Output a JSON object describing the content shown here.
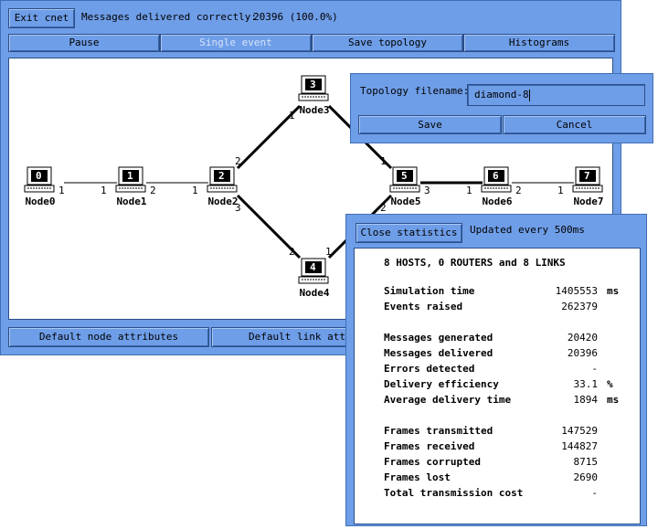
{
  "main": {
    "exit_label": "Exit cnet",
    "status_prefix": "Messages delivered correctly:",
    "status_value": "20396 (100.0%)",
    "toolbar": [
      {
        "label": "Pause",
        "disabled": false
      },
      {
        "label": "Single event",
        "disabled": true
      },
      {
        "label": "Save topology",
        "disabled": false
      },
      {
        "label": "Histograms",
        "disabled": false
      }
    ],
    "bottom_buttons": [
      "Default node attributes",
      "Default link attri"
    ]
  },
  "topology": {
    "nodes": [
      {
        "name": "Node0",
        "number": "0"
      },
      {
        "name": "Node1",
        "number": "1"
      },
      {
        "name": "Node2",
        "number": "2"
      },
      {
        "name": "Node3",
        "number": "3"
      },
      {
        "name": "Node4",
        "number": "4"
      },
      {
        "name": "Node5",
        "number": "5"
      },
      {
        "name": "Node6",
        "number": "6"
      },
      {
        "name": "Node7",
        "number": "7"
      }
    ],
    "port_labels": [
      "1",
      "1",
      "2",
      "1",
      "2",
      "3",
      "1",
      "2",
      "1",
      "2",
      "1",
      "3",
      "1",
      "2",
      "1"
    ]
  },
  "save_dialog": {
    "label": "Topology filename:",
    "value": "diamond-8",
    "save_label": "Save",
    "cancel_label": "Cancel"
  },
  "stats": {
    "close_label": "Close statistics",
    "updated": "Updated every 500ms",
    "summary": "8 HOSTS, 0 ROUTERS and 8 LINKS",
    "rows": [
      {
        "key": "Simulation time",
        "value": "1405553",
        "unit": "ms"
      },
      {
        "key": "Events raised",
        "value": "262379",
        "unit": ""
      },
      {
        "key": "Messages generated",
        "value": "20420",
        "unit": ""
      },
      {
        "key": "Messages delivered",
        "value": "20396",
        "unit": ""
      },
      {
        "key": "Errors detected",
        "value": "-",
        "unit": ""
      },
      {
        "key": "Delivery efficiency",
        "value": "33.1",
        "unit": "%"
      },
      {
        "key": "Average delivery time",
        "value": "1894",
        "unit": "ms"
      },
      {
        "key": "Frames transmitted",
        "value": "147529",
        "unit": ""
      },
      {
        "key": "Frames received",
        "value": "144827",
        "unit": ""
      },
      {
        "key": "Frames corrupted",
        "value": "8715",
        "unit": ""
      },
      {
        "key": "Frames lost",
        "value": "2690",
        "unit": ""
      },
      {
        "key": "Total transmission cost",
        "value": "-",
        "unit": ""
      }
    ]
  },
  "colors": {
    "panel": "#6f9ee8",
    "border": "#2b4f8a"
  }
}
